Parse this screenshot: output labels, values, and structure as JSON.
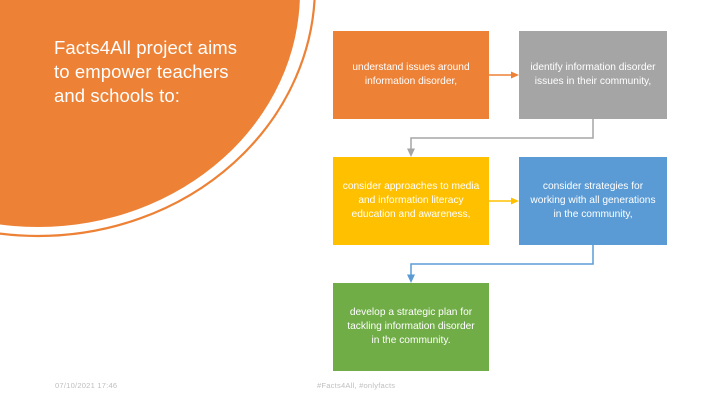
{
  "slide": {
    "title": "Facts4All project aims to empower teachers and schools to:",
    "background_color": "#FFFFFF",
    "accent_color": "#ED8136"
  },
  "flowchart": {
    "type": "process-flow",
    "nodes": [
      {
        "id": "understand",
        "label": "understand issues around information disorder,",
        "color": "#ED8136",
        "row": 1,
        "column": 1
      },
      {
        "id": "identify",
        "label": "identify information disorder issues in their community,",
        "color": "#A5A5A5",
        "row": 1,
        "column": 2
      },
      {
        "id": "approaches",
        "label": "consider approaches to media and information literacy education and awareness,",
        "color": "#FFC000",
        "row": 2,
        "column": 1
      },
      {
        "id": "strategies",
        "label": "consider strategies for working with all generations in the community,",
        "color": "#5B9BD5",
        "row": 2,
        "column": 2
      },
      {
        "id": "plan",
        "label": "develop a strategic plan for tackling information disorder in the community.",
        "color": "#70AD47",
        "row": 3,
        "column": 1
      }
    ],
    "connectors": [
      {
        "from": "understand",
        "to": "identify",
        "color": "#ED8136",
        "style": "straight-right"
      },
      {
        "from": "identify",
        "to": "approaches",
        "color": "#A5A5A5",
        "style": "elbow-down-left"
      },
      {
        "from": "approaches",
        "to": "strategies",
        "color": "#FFC000",
        "style": "straight-right"
      },
      {
        "from": "strategies",
        "to": "plan",
        "color": "#5B9BD5",
        "style": "elbow-down-left"
      }
    ]
  },
  "footer": {
    "date": "07/10/2021 17:46",
    "tags": "#Facts4All, #onlyfacts",
    "color": "#BFBFBF"
  }
}
